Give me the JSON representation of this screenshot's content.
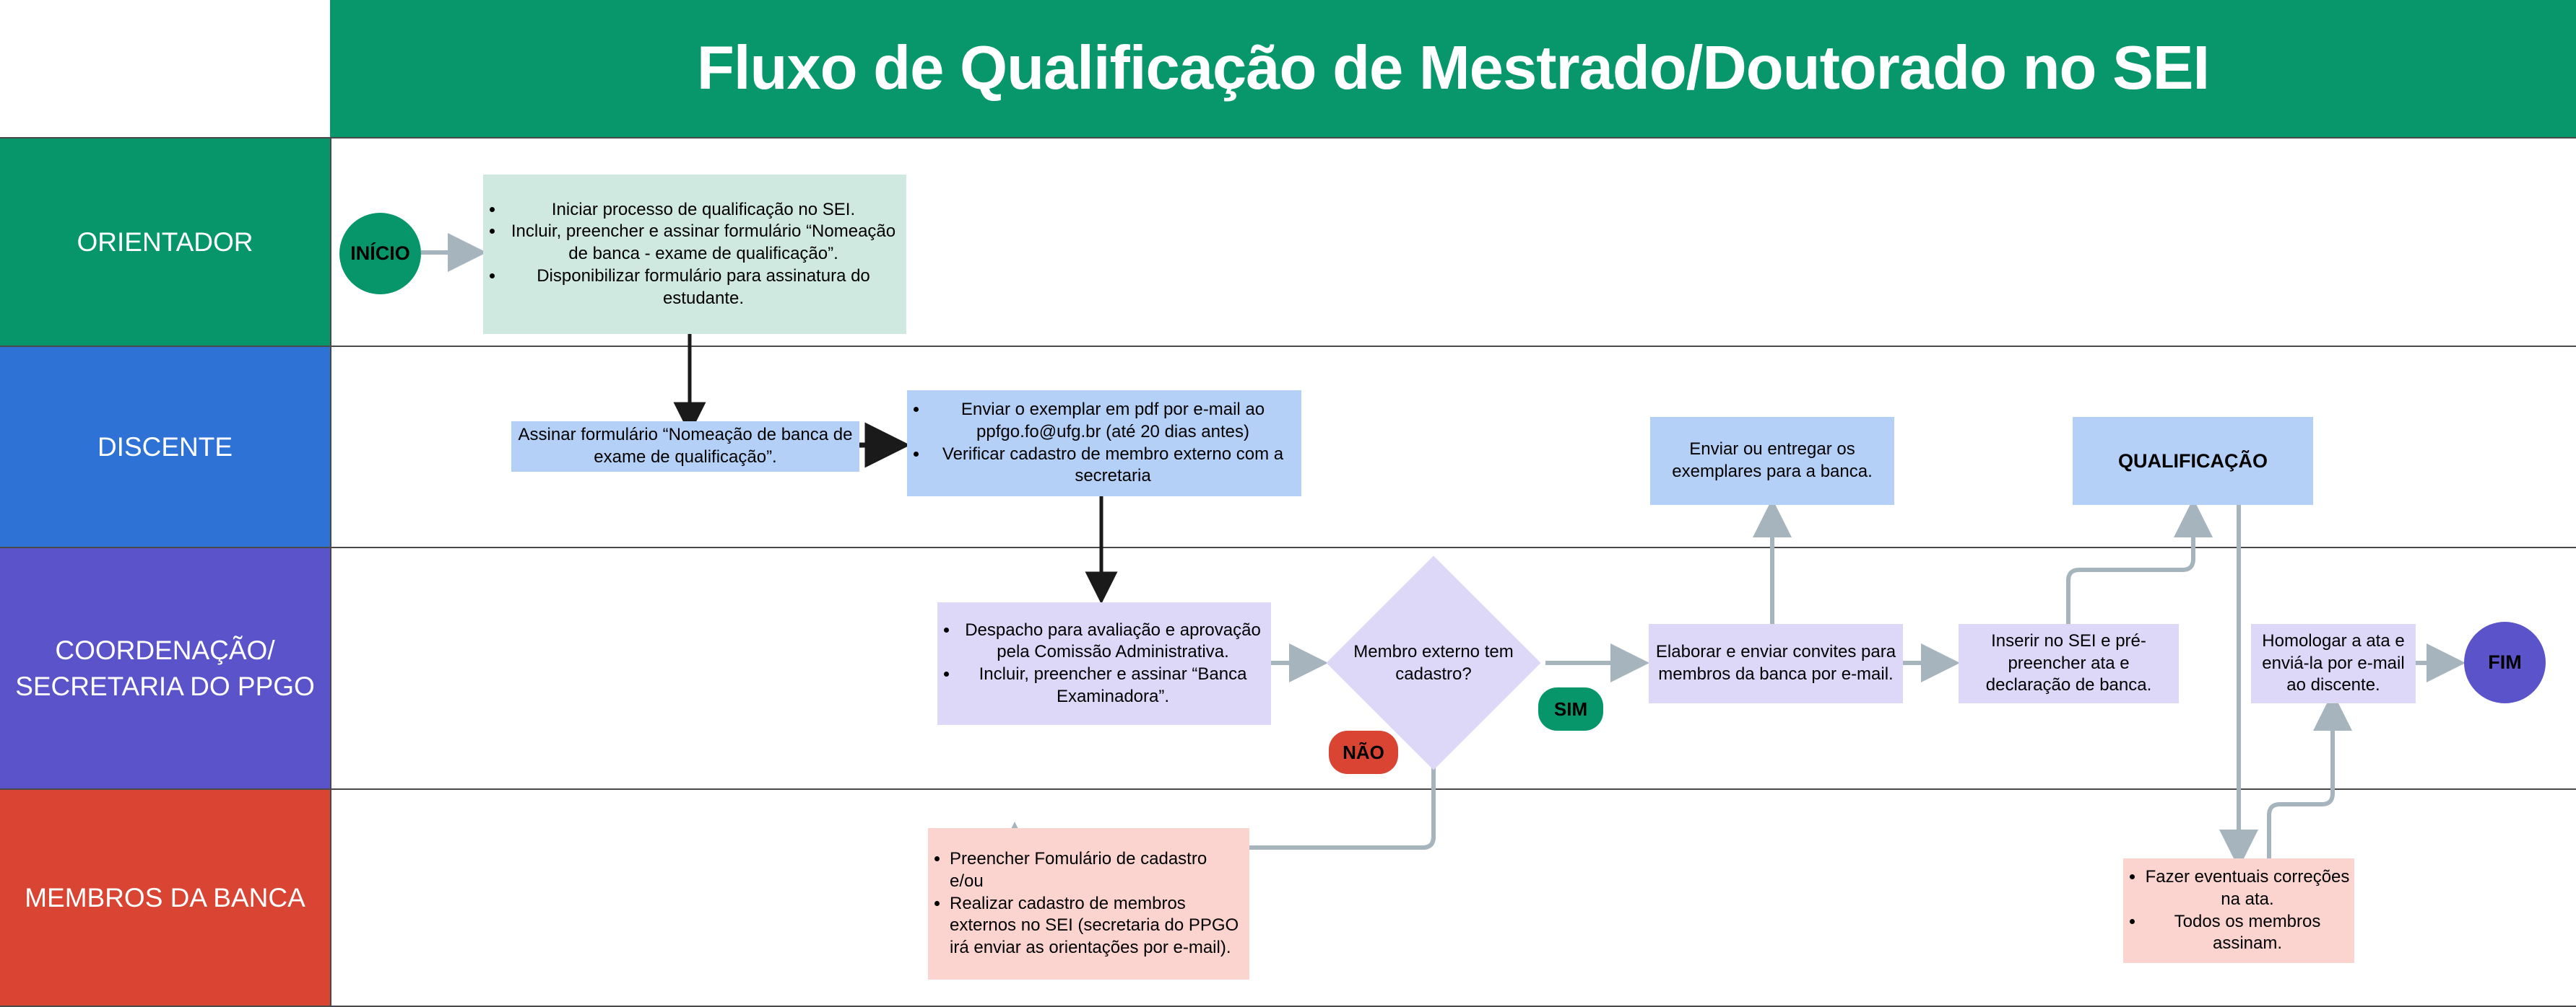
{
  "title": "Fluxo de Qualificação de Mestrado/Doutorado no SEI",
  "colors": {
    "banner": "#08976b",
    "lane_orientador": "#07966a",
    "lane_discente": "#2f72d6",
    "lane_coordenacao": "#5a53c9",
    "lane_membros": "#d94433",
    "box_mint": "#cfe9e0",
    "box_skyblue": "#b4d0f7",
    "box_lavender": "#ddd7f8",
    "box_pink": "#fbd4cf",
    "yes_pill": "#07966a",
    "no_pill": "#d94433",
    "start_node": "#07966a",
    "end_node": "#5a53c9",
    "connector": "#a6b4bd"
  },
  "lanes": [
    {
      "id": "orientador",
      "label": "ORIENTADOR"
    },
    {
      "id": "discente",
      "label": "DISCENTE"
    },
    {
      "id": "coordenacao",
      "label": "COORDENAÇÃO/ SECRETARIA DO PPGO"
    },
    {
      "id": "membros",
      "label": "MEMBROS DA BANCA"
    }
  ],
  "nodes": {
    "start": {
      "label": "INÍCIO"
    },
    "end": {
      "label": "FIM"
    },
    "orientador_tasks": {
      "bullets": [
        "Iniciar processo de qualificação no SEI.",
        "Incluir, preencher e assinar formulário “Nomeação de banca - exame de qualificação”.",
        "Disponibilizar formulário para assinatura do estudante."
      ]
    },
    "discente_assinar": {
      "text": "Assinar formulário “Nomeação de banca de exame de qualificação”."
    },
    "discente_enviar": {
      "bullets": [
        "Enviar o exemplar em pdf por e-mail ao ppfgo.fo@ufg.br (até 20 dias antes)",
        "Verificar cadastro de membro externo com a secretaria"
      ]
    },
    "discente_exemplares": {
      "text": "Enviar ou entregar os exemplares para a banca."
    },
    "qualificacao": {
      "label": "QUALIFICAÇÃO"
    },
    "coord_despacho": {
      "bullets": [
        "Despacho para avaliação e aprovação pela Comissão Administrativa.",
        "Incluir, preencher e assinar “Banca Examinadora”."
      ]
    },
    "decision": {
      "text": "Membro externo tem cadastro?"
    },
    "yes_label": "SIM",
    "no_label": "NÃO",
    "coord_convites": {
      "text": "Elaborar e enviar convites para membros da banca por e-mail."
    },
    "coord_ata": {
      "text": "Inserir no SEI e pré-preencher ata e declaração de banca."
    },
    "coord_homologar": {
      "text": "Homologar a ata e enviá-la por e-mail ao discente."
    },
    "membros_cadastro": {
      "bullets": [
        "Preencher Fomulário de cadastro e/ou",
        "Realizar cadastro de membros externos no SEI (secretaria do PPGO irá enviar as orientações por e-mail)."
      ]
    },
    "membros_correcoes": {
      "bullets": [
        "Fazer eventuais correções na ata.",
        "Todos os membros assinam."
      ]
    }
  }
}
